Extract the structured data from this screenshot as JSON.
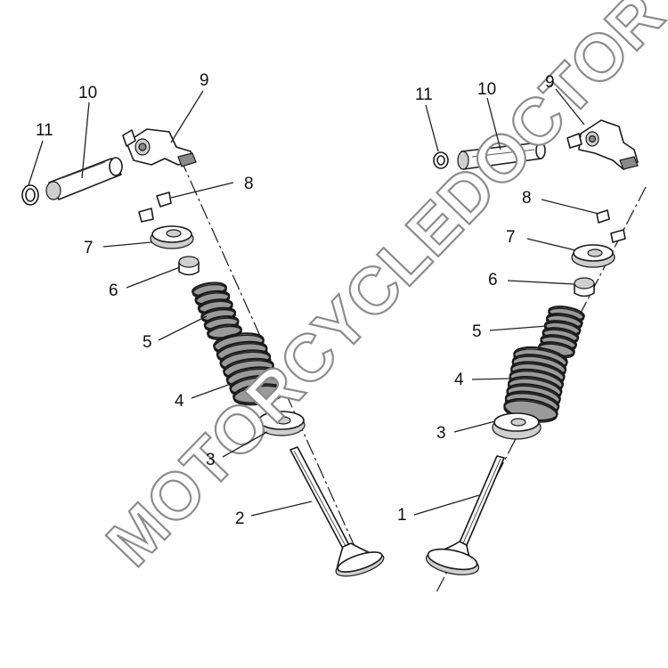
{
  "watermark": "MOTORCYCLEDOCTOR",
  "callouts": {
    "left": {
      "valve": "2",
      "spring_seat": "3",
      "outer_spring": "4",
      "inner_spring": "5",
      "stem_seal": "6",
      "retainer": "7",
      "cotters": "8",
      "rocker_arm": "9",
      "rocker_shaft": "10",
      "o_ring": "11"
    },
    "right": {
      "valve": "1",
      "spring_seat": "3",
      "outer_spring": "4",
      "inner_spring": "5",
      "stem_seal": "6",
      "retainer": "7",
      "cotters": "8",
      "rocker_arm": "9",
      "rocker_shaft": "10",
      "o_ring": "11"
    }
  }
}
